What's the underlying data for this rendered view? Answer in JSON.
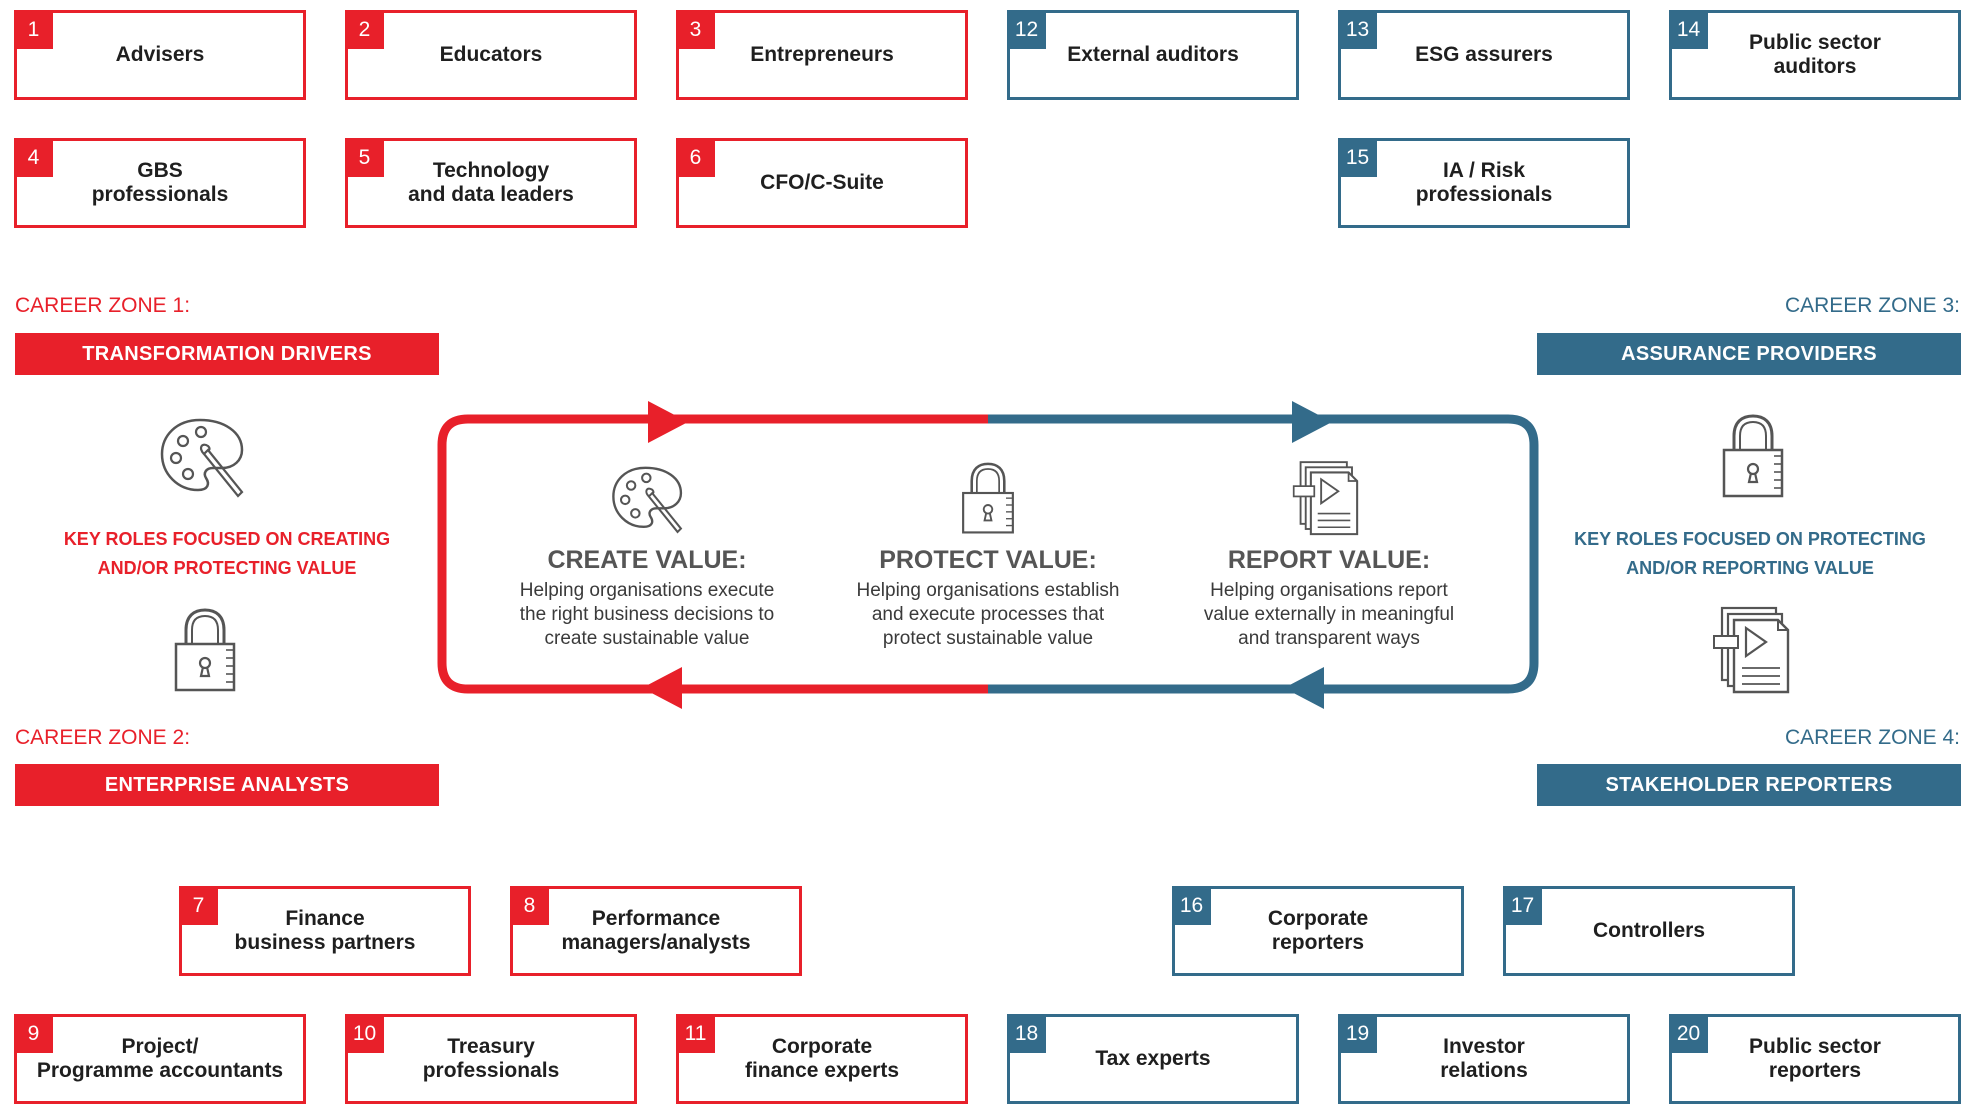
{
  "roles": {
    "r1": {
      "num": "1",
      "label": "Advisers"
    },
    "r2": {
      "num": "2",
      "label": "Educators"
    },
    "r3": {
      "num": "3",
      "label": "Entrepreneurs"
    },
    "r4": {
      "num": "4",
      "label": "GBS\nprofessionals"
    },
    "r5": {
      "num": "5",
      "label": "Technology\nand data leaders"
    },
    "r6": {
      "num": "6",
      "label": "CFO/C-Suite"
    },
    "r7": {
      "num": "7",
      "label": "Finance\nbusiness partners"
    },
    "r8": {
      "num": "8",
      "label": "Performance\nmanagers/analysts"
    },
    "r9": {
      "num": "9",
      "label": "Project/\nProgramme accountants"
    },
    "r10": {
      "num": "10",
      "label": "Treasury\nprofessionals"
    },
    "r11": {
      "num": "11",
      "label": "Corporate\nfinance experts"
    },
    "r12": {
      "num": "12",
      "label": "External auditors"
    },
    "r13": {
      "num": "13",
      "label": "ESG assurers"
    },
    "r14": {
      "num": "14",
      "label": "Public sector\nauditors"
    },
    "r15": {
      "num": "15",
      "label": "IA / Risk\nprofessionals"
    },
    "r16": {
      "num": "16",
      "label": "Corporate\nreporters"
    },
    "r17": {
      "num": "17",
      "label": "Controllers"
    },
    "r18": {
      "num": "18",
      "label": "Tax experts"
    },
    "r19": {
      "num": "19",
      "label": "Investor\nrelations"
    },
    "r20": {
      "num": "20",
      "label": "Public sector\nreporters"
    }
  },
  "zones": {
    "z1": {
      "title": "CAREER ZONE 1:",
      "name": "TRANSFORMATION DRIVERS"
    },
    "z2": {
      "title": "CAREER ZONE 2:",
      "name": "ENTERPRISE ANALYSTS"
    },
    "z3": {
      "title": "CAREER ZONE 3:",
      "name": "ASSURANCE PROVIDERS"
    },
    "z4": {
      "title": "CAREER ZONE 4:",
      "name": "STAKEHOLDER REPORTERS"
    }
  },
  "left_focus": {
    "pre": "KEY ROLES FOCUSED ON ",
    "b1": "CREATING",
    "mid": "AND/OR ",
    "b2": "PROTECTING",
    "post": " VALUE"
  },
  "right_focus": {
    "pre": "KEY ROLES FOCUSED ON ",
    "b1": "PROTECTING",
    "mid": "AND/OR ",
    "b2": "REPORTING",
    "post": " VALUE"
  },
  "center": {
    "create": {
      "title": "CREATE VALUE:",
      "desc": "Helping organisations execute\nthe right business decisions to\ncreate sustainable value"
    },
    "protect": {
      "title": "PROTECT VALUE:",
      "desc": "Helping organisations establish\nand execute processes that\nprotect sustainable value"
    },
    "report": {
      "title": "REPORT VALUE:",
      "desc": "Helping organisations report\nvalue externally in meaningful\nand transparent ways"
    }
  },
  "colors": {
    "red": "#e8202a",
    "blue": "#336b8a"
  },
  "icons": [
    "palette-icon",
    "lock-icon",
    "report-document-icon"
  ]
}
